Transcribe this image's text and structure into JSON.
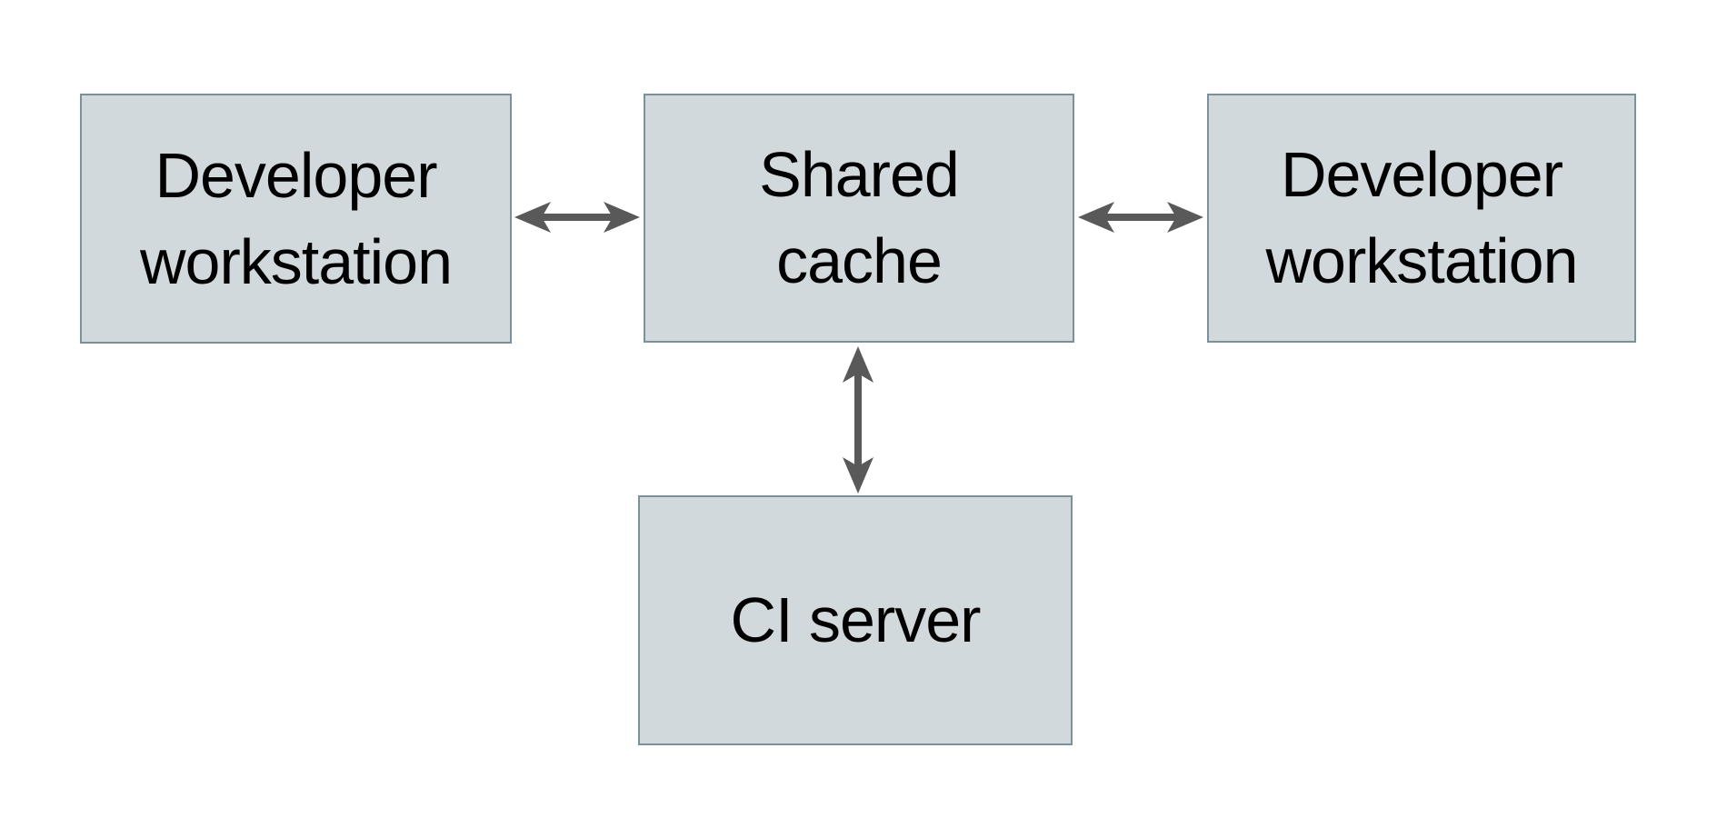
{
  "diagram": {
    "background_color": "#ffffff",
    "node_fill_color": "#d2d9dc",
    "node_border_color": "#7b909b",
    "arrow_color": "#595959",
    "text_color": "#000000",
    "nodes": {
      "dev_left": {
        "label": "Developer\nworkstation"
      },
      "cache": {
        "label": "Shared\ncache"
      },
      "dev_right": {
        "label": "Developer\nworkstation"
      },
      "ci": {
        "label": "CI server"
      }
    },
    "edges": [
      {
        "from": "Developer workstation (left)",
        "to": "Shared cache",
        "type": "bidirectional"
      },
      {
        "from": "Shared cache",
        "to": "Developer workstation (right)",
        "type": "bidirectional"
      },
      {
        "from": "Shared cache",
        "to": "CI server",
        "type": "bidirectional"
      }
    ]
  }
}
